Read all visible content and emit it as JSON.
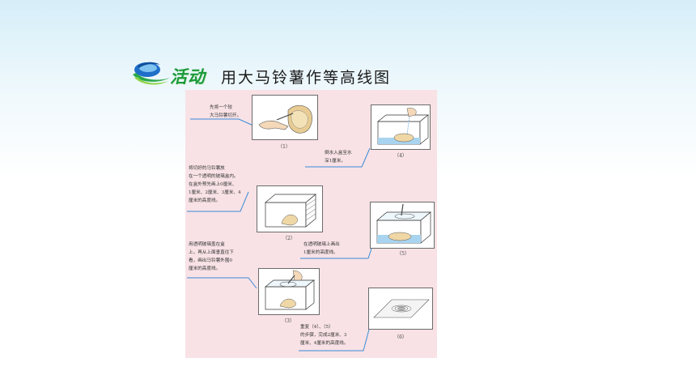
{
  "header": {
    "activity_label": "活动",
    "title": "用大马铃薯作等高线图",
    "logo_icon": "swirl-logo-icon"
  },
  "colors": {
    "panel_bg": "#f8e2e6",
    "activity_green": "#1a9a3a",
    "leader_blue": "#3a8bd6",
    "water_blue": "#a9d4ef"
  },
  "steps": [
    {
      "number": "（1）",
      "caption": "先将一个较\n大马铃薯切开。"
    },
    {
      "number": "（2）",
      "caption": "将切好的马铃薯放\n在一个透明的玻璃盒内。\n在盒外预先画上0厘米、\n1厘米、2厘米、3厘米、4\n厘米的高度线。"
    },
    {
      "number": "（3）",
      "caption": "用透明玻璃盖在盒\n上，再从上面垂直往下\n看，画出马铃薯外围0\n厘米的高度线。"
    },
    {
      "number": "（4）",
      "caption": "倒水入盒至水\n深1厘米。"
    },
    {
      "number": "（5）",
      "caption": "在透明玻璃上画出\n1厘米的高度线。"
    },
    {
      "number": "（6）",
      "caption": "重复（4）、（5）\n的步骤，完成2厘米、3\n厘米、4厘米的高度线。"
    }
  ]
}
